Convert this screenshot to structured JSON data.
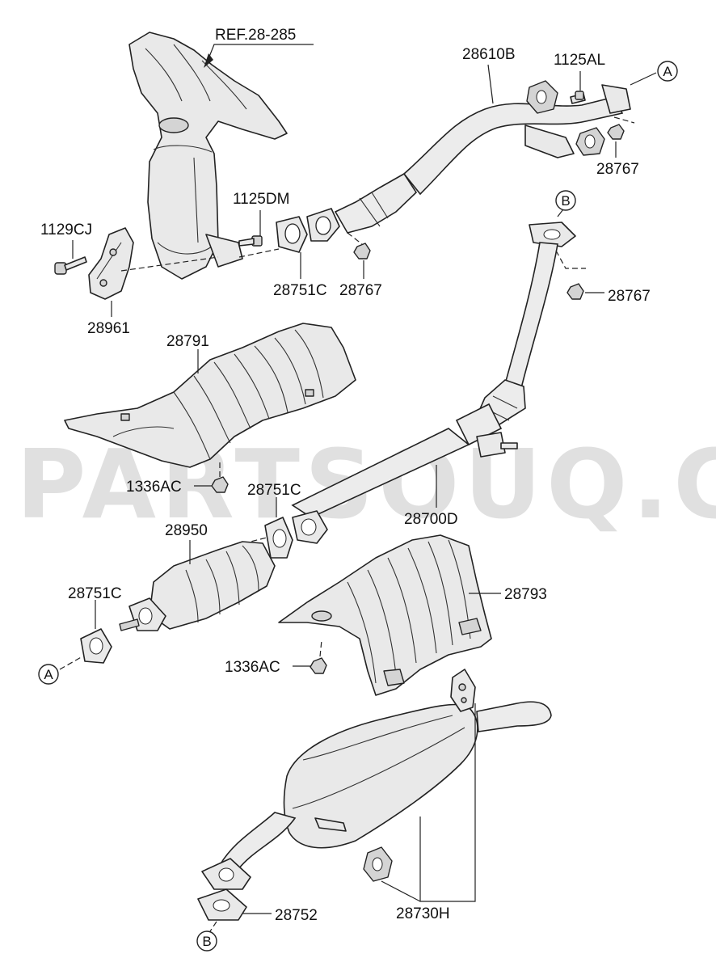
{
  "watermark": "PARTSOUQ.COM",
  "labels": {
    "ref_28_285": "REF.28-285",
    "p28610B": "28610B",
    "p1125AL": "1125AL",
    "p28767_top": "28767",
    "p1125DM": "1125DM",
    "p1129CJ": "1129CJ",
    "p28751C_top": "28751C",
    "p28767_mid": "28767",
    "p28767_right": "28767",
    "p28961": "28961",
    "p28791": "28791",
    "p1336AC_top": "1336AC",
    "p28751C_mid": "28751C",
    "p28700D": "28700D",
    "p28950": "28950",
    "p28751C_left": "28751C",
    "p28793": "28793",
    "p1336AC_bottom": "1336AC",
    "p28752": "28752",
    "p28730H": "28730H"
  },
  "refs": {
    "a_top": "A",
    "b_top": "B",
    "a_left": "A",
    "b_bottom": "B"
  }
}
